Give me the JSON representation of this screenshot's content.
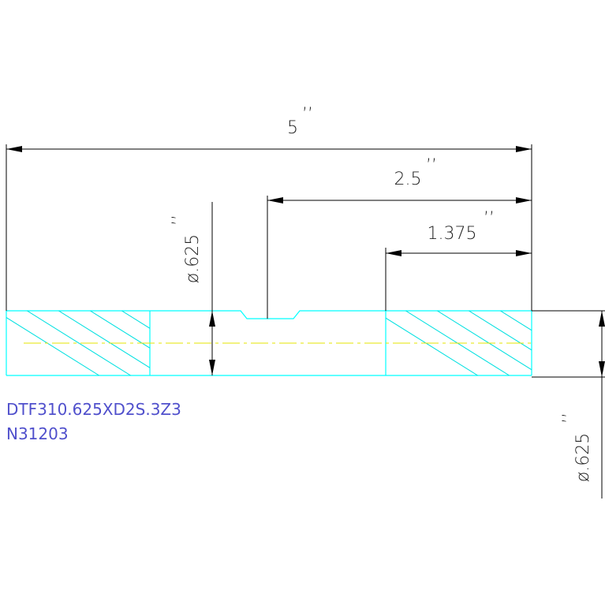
{
  "drawing": {
    "dimensions": {
      "overall_length": "5",
      "step_length": "2.5",
      "end_length": "1.375",
      "bore_diameter": "ø.625",
      "outer_diameter": "ø.625",
      "inch_mark": "’’"
    },
    "notes": {
      "part_number": "DTF310.625XD2S.3Z3",
      "drawing_number": "N31203"
    },
    "colors": {
      "background": "#ffffff",
      "part_outline": "#00ffff",
      "hatch": "#00e0e0",
      "centerline": "#e6e600",
      "dimension": "#000000",
      "dimension_text": "#222222",
      "note_text": "#5050cc"
    }
  }
}
